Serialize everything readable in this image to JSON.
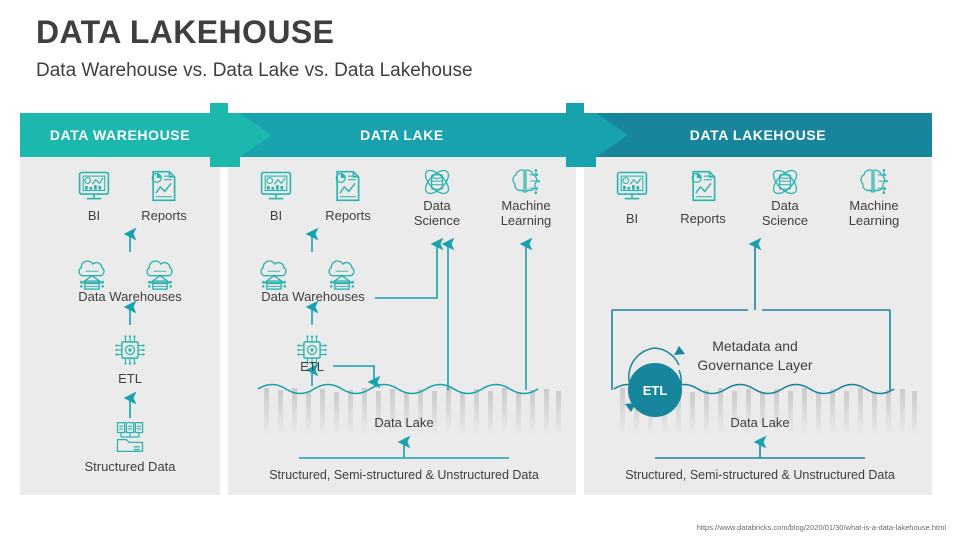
{
  "header": {
    "title": "DATA LAKEHOUSE",
    "subtitle": "Data Warehouse vs. Data Lake vs. Data Lakehouse"
  },
  "colors": {
    "banner_warehouse": "#1cb8ae",
    "banner_lake": "#17a2ae",
    "banner_lakehouse": "#17859c",
    "panel_bg": "#ebebeb",
    "icon_teal": "#2bb3ae",
    "line_teal": "#17859c",
    "text": "#3f3f3f"
  },
  "columns": [
    {
      "id": "data-warehouse",
      "banner": "DATA WAREHOUSE",
      "consumers": [
        {
          "label": "BI",
          "icon": "monitor-chart-icon"
        },
        {
          "label": "Reports",
          "icon": "document-chart-icon"
        }
      ],
      "storage_label": "Data Warehouses",
      "storage_icons": [
        "cloud-warehouse-icon",
        "cloud-warehouse-icon"
      ],
      "etl_label": "ETL",
      "etl_icon": "microchip-icon",
      "source_label": "Structured Data",
      "source_icon": "folder-documents-icon"
    },
    {
      "id": "data-lake",
      "banner": "DATA LAKE",
      "consumers": [
        {
          "label": "BI",
          "icon": "monitor-chart-icon"
        },
        {
          "label": "Reports",
          "icon": "document-chart-icon"
        },
        {
          "label": "Data\nScience",
          "line1": "Data",
          "line2": "Science",
          "icon": "atom-database-icon"
        },
        {
          "label": "Machine\nLearning",
          "line1": "Machine",
          "line2": "Learning",
          "icon": "brain-circuit-icon"
        }
      ],
      "storage_label": "Data Warehouses",
      "storage_icons": [
        "cloud-warehouse-icon",
        "cloud-warehouse-icon"
      ],
      "etl_label": "ETL",
      "etl_icon": "microchip-icon",
      "lake_label": "Data Lake",
      "source_label": "Structured, Semi-structured & Unstructured Data"
    },
    {
      "id": "data-lakehouse",
      "banner": "DATA LAKEHOUSE",
      "consumers": [
        {
          "label": "BI",
          "icon": "monitor-chart-icon"
        },
        {
          "label": "Reports",
          "icon": "document-chart-icon"
        },
        {
          "line1": "Data",
          "line2": "Science",
          "icon": "atom-database-icon"
        },
        {
          "line1": "Machine",
          "line2": "Learning",
          "icon": "brain-circuit-icon"
        }
      ],
      "governance_line1": "Metadata and",
      "governance_line2": "Governance Layer",
      "etl_label": "ETL",
      "lake_label": "Data Lake",
      "source_label": "Structured, Semi-structured & Unstructured Data"
    }
  ],
  "footer": {
    "source_url": "https://www.databricks.com/blog/2020/01/30/what-is-a-data-lakehouse.html"
  }
}
